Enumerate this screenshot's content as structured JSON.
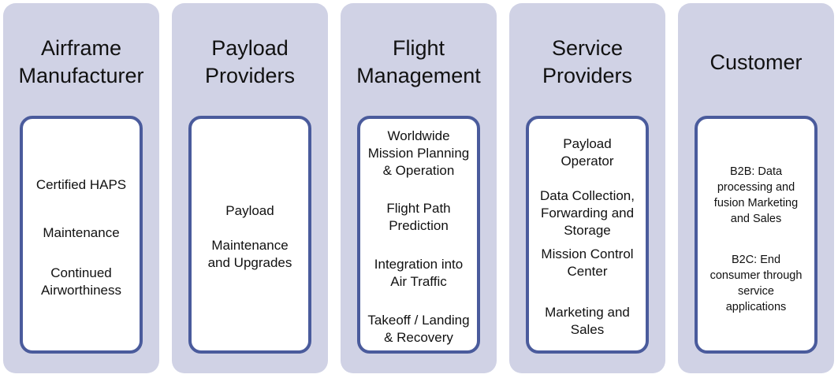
{
  "columns": [
    {
      "title_lines": [
        "Airframe",
        "Manufacturer"
      ],
      "items": [
        {
          "lines": [
            "Certified HAPS"
          ]
        },
        {
          "lines": [
            "Maintenance"
          ]
        },
        {
          "lines": [
            "Continued",
            "Airworthiness"
          ]
        }
      ]
    },
    {
      "title_lines": [
        "Payload",
        "Providers"
      ],
      "items": [
        {
          "lines": [
            "Payload"
          ]
        },
        {
          "lines": [
            "Maintenance",
            "and Upgrades"
          ]
        }
      ]
    },
    {
      "title_lines": [
        "Flight",
        "Management"
      ],
      "items": [
        {
          "lines": [
            "Worldwide",
            "Mission Planning",
            "& Operation"
          ]
        },
        {
          "lines": [
            "Flight Path",
            "Prediction"
          ]
        },
        {
          "lines": [
            "Integration into",
            "Air Traffic"
          ]
        },
        {
          "lines": [
            "Takeoff / Landing",
            "& Recovery"
          ]
        }
      ]
    },
    {
      "title_lines": [
        "Service",
        "Providers"
      ],
      "items": [
        {
          "lines": [
            "Payload",
            "Operator"
          ]
        },
        {
          "lines": [
            "Data Collection,",
            "Forwarding and",
            "Storage"
          ]
        },
        {
          "lines": [
            "Mission Control",
            "Center"
          ]
        },
        {
          "lines": [
            "Marketing and",
            "Sales"
          ]
        }
      ]
    },
    {
      "title_lines": [
        "Customer"
      ],
      "items": [
        {
          "lines": [
            "B2B: Data",
            "processing and",
            "fusion Marketing",
            "and Sales"
          ]
        },
        {
          "lines": [
            "B2C: End",
            "consumer through",
            "service",
            "applications"
          ]
        }
      ]
    }
  ],
  "colors": {
    "column_background": "#d0d2e5",
    "inner_border": "#4a5b9c",
    "inner_background": "#ffffff",
    "text": "#111111"
  }
}
